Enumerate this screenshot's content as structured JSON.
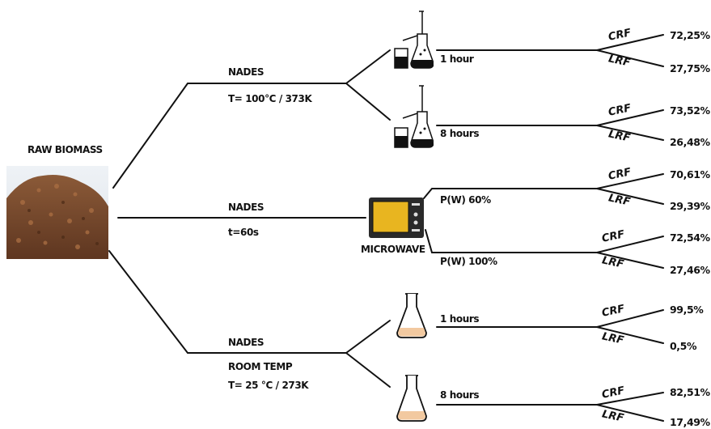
{
  "root": {
    "label": "RAW BIOMASS"
  },
  "branches": [
    {
      "method": "NADES",
      "conditions": [
        "T= 100°C / 373K"
      ],
      "icon": "heating-flask-icon",
      "options": [
        {
          "label": "1 hour",
          "results": [
            {
              "fraction": "CRF",
              "value": "72,25%"
            },
            {
              "fraction": "LRF",
              "value": "27,75%"
            }
          ]
        },
        {
          "label": "8 hours",
          "results": [
            {
              "fraction": "CRF",
              "value": "73,52%"
            },
            {
              "fraction": "LRF",
              "value": "26,48%"
            }
          ]
        }
      ]
    },
    {
      "method": "NADES",
      "conditions": [
        "t=60s"
      ],
      "icon": "microwave-icon",
      "device_label": "MICROWAVE",
      "options": [
        {
          "label": "P(W) 60%",
          "results": [
            {
              "fraction": "CRF",
              "value": "70,61%"
            },
            {
              "fraction": "LRF",
              "value": "29,39%"
            }
          ]
        },
        {
          "label": "P(W) 100%",
          "results": [
            {
              "fraction": "CRF",
              "value": "72,54%"
            },
            {
              "fraction": "LRF",
              "value": "27,46%"
            }
          ]
        }
      ]
    },
    {
      "method": "NADES",
      "conditions": [
        "ROOM TEMP",
        "T= 25 °C / 273K"
      ],
      "icon": "erlenmeyer-flask-icon",
      "options": [
        {
          "label": "1 hours",
          "results": [
            {
              "fraction": "CRF",
              "value": "99,5%"
            },
            {
              "fraction": "LRF",
              "value": "0,5%"
            }
          ]
        },
        {
          "label": "8 hours",
          "results": [
            {
              "fraction": "CRF",
              "value": "82,51%"
            },
            {
              "fraction": "LRF",
              "value": "17,49%"
            }
          ]
        }
      ]
    }
  ],
  "colors": {
    "line": "#111111",
    "microwave_screen": "#e8b520",
    "flask_liquid": "#f2c9a0",
    "biomass": "#7a4a2c"
  }
}
